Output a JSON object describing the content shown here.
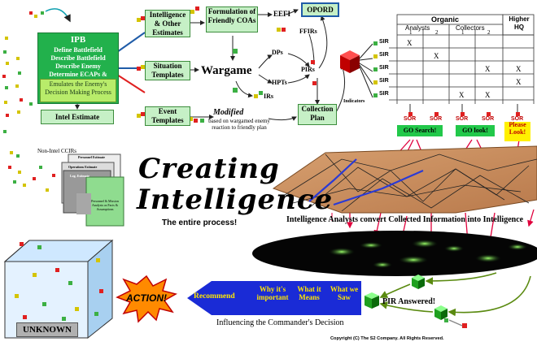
{
  "ipb": {
    "title": "IPB",
    "lines": [
      "Define Battlefield",
      "Describe Battlefield",
      "Describe Enemy",
      "Determine ECAPs & ECOAs"
    ],
    "emulates": "Emulates the Enemy's Decision Making Process",
    "intel_estimate": "Intel Estimate"
  },
  "flow": {
    "intel_estimates": "Intelligence & Other Estimates",
    "formulation": "Formulation of Friendly COAs",
    "eefi": "EEFI",
    "opord": "OPORD",
    "ffirs": "FFIRs",
    "dps": "DPs",
    "hpts": "HPTs",
    "pirs": "PIRs",
    "irs": "IRs",
    "wargame": "Wargame",
    "situation_templates": "Situation Templates",
    "event_templates": "Event Templates",
    "modified": "Modified",
    "modified_note": "based on wargamed enemy reaction to friendly plan",
    "collection_plan": "Collection Plan",
    "indicators": "Indicators"
  },
  "matrix": {
    "organic": "Organic",
    "higher_hq": "Higher HQ",
    "analysts": "Analysts",
    "collectors": "Collectors",
    "cols": [
      "1",
      "2",
      "1",
      "2"
    ],
    "sir": "SIR",
    "sor": "SOR",
    "x": "X",
    "go_search": "GO Search!",
    "go_look": "GO look!",
    "please_look": "Please Look!"
  },
  "ccir": {
    "title": "Non-Intel CCIRs",
    "personnel": "Personnel Estimate",
    "operations": "Operations Estimate",
    "log": "Log. Estimate",
    "facts": "Personnel & Mission Analysis as Facts & Assumptions"
  },
  "creating": {
    "line1": "Creating",
    "line2": "Intelligence",
    "subtitle": "The entire process!"
  },
  "convert": "Intelligence Analysts convert Collected Information into Intelligence",
  "pir_answered": "PIR Answered!",
  "recommend": {
    "recommend": "Recommend",
    "why": "Why it's important",
    "what_means": "What it Means",
    "what_saw": "What we Saw",
    "influencing": "Influencing the Commander's Decision"
  },
  "action": "ACTION!",
  "unknown": "UNKNOWN",
  "copyright": "Copyright (C) The S2 Company. All Rights Reserved."
}
